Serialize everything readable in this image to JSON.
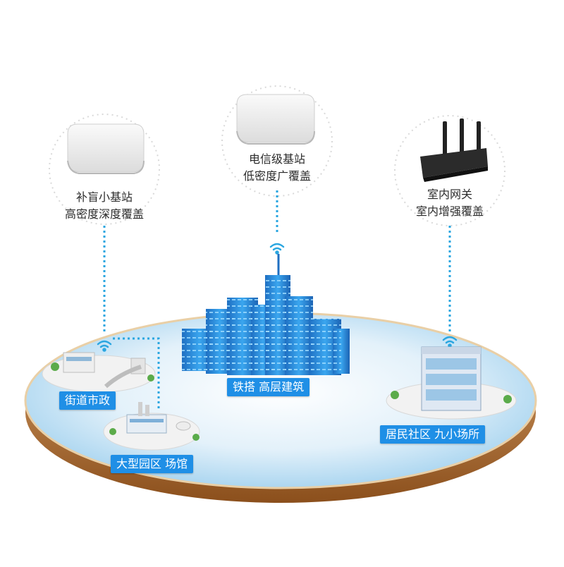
{
  "devices": {
    "small_cell": {
      "line1": "补盲小基站",
      "line2": "高密度深度覆盖",
      "icon": "access-point-icon"
    },
    "carrier_station": {
      "line1": "电信级基站",
      "line2": "低密度广覆盖",
      "icon": "access-point-icon"
    },
    "indoor_gateway": {
      "line1": "室内网关",
      "line2": "室内增强覆盖",
      "icon": "router-icon"
    }
  },
  "areas": {
    "street": "街道市政",
    "park": "大型园区 场馆",
    "tower": "铁搭 高层建筑",
    "residential": "居民社区 九小场所"
  },
  "colors": {
    "badge": "#1f8fe6",
    "link_line": "#2aa6e0",
    "island_top": "#cfe8f6",
    "island_rim": "#b06a27",
    "building_blue": "#2a8ee0"
  }
}
